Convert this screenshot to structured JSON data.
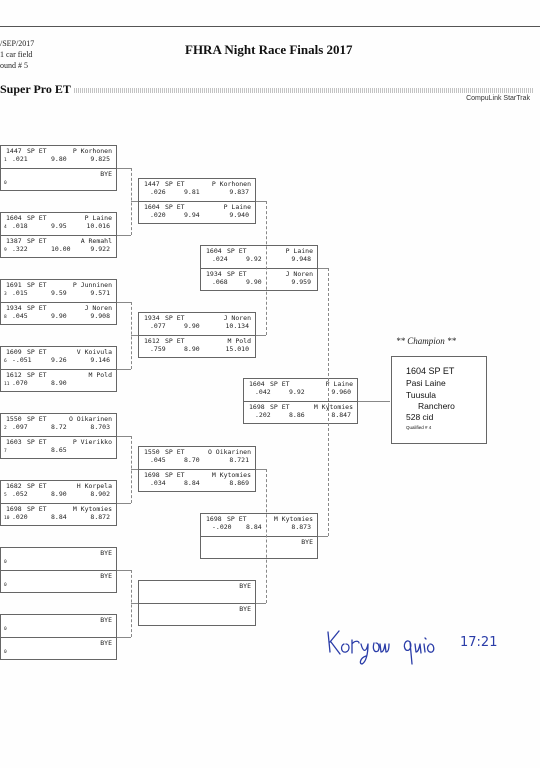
{
  "header": {
    "date": "/SEP/2017",
    "car_field": "1 car field",
    "round": "ound # 5",
    "title": "FHRA Night Race Finals 2017",
    "class_name": "Super Pro ET",
    "software": "CompuLink StarTrak"
  },
  "round1": [
    {
      "top": {
        "no": "1447",
        "cls": "SP ET",
        "name": "P Korhonen",
        "lane": "1",
        "rt": ".021",
        "dial": "9.80",
        "et": "9.825"
      },
      "bot": {
        "no": "",
        "cls": "",
        "name": "BYE",
        "lane": "0",
        "rt": "",
        "dial": "",
        "et": ""
      }
    },
    {
      "top": {
        "no": "1604",
        "cls": "SP ET",
        "name": "P Laine",
        "lane": "4",
        "rt": ".018",
        "dial": "9.95",
        "et": "10.016"
      },
      "bot": {
        "no": "1387",
        "cls": "SP ET",
        "name": "A Remahl",
        "lane": "9",
        "rt": ".322",
        "dial": "10.00",
        "et": "9.922"
      }
    },
    {
      "top": {
        "no": "1691",
        "cls": "SP ET",
        "name": "P Junninen",
        "lane": "3",
        "rt": ".015",
        "dial": "9.59",
        "et": "9.571"
      },
      "bot": {
        "no": "1934",
        "cls": "SP ET",
        "name": "J Noren",
        "lane": "8",
        "rt": ".045",
        "dial": "9.90",
        "et": "9.908"
      }
    },
    {
      "top": {
        "no": "1609",
        "cls": "SP ET",
        "name": "V Koivula",
        "lane": "6",
        "rt": "-.051",
        "dial": "9.26",
        "et": "9.146"
      },
      "bot": {
        "no": "1612",
        "cls": "SP ET",
        "name": "M Pold",
        "lane": "11",
        "rt": ".070",
        "dial": "8.90",
        "et": ""
      }
    },
    {
      "top": {
        "no": "1550",
        "cls": "SP ET",
        "name": "O Oikarinen",
        "lane": "2",
        "rt": ".097",
        "dial": "8.72",
        "et": "8.703"
      },
      "bot": {
        "no": "1603",
        "cls": "SP ET",
        "name": "P Vierikko",
        "lane": "7",
        "rt": "",
        "dial": "8.65",
        "et": ""
      }
    },
    {
      "top": {
        "no": "1682",
        "cls": "SP ET",
        "name": "H Korpela",
        "lane": "5",
        "rt": ".052",
        "dial": "8.90",
        "et": "8.902"
      },
      "bot": {
        "no": "1698",
        "cls": "SP ET",
        "name": "M Kytomies",
        "lane": "10",
        "rt": ".020",
        "dial": "8.84",
        "et": "8.872"
      }
    },
    {
      "top": {
        "no": "",
        "cls": "",
        "name": "BYE",
        "lane": "0",
        "rt": "",
        "dial": "",
        "et": ""
      },
      "bot": {
        "no": "",
        "cls": "",
        "name": "BYE",
        "lane": "0",
        "rt": "",
        "dial": "",
        "et": ""
      }
    },
    {
      "top": {
        "no": "",
        "cls": "",
        "name": "BYE",
        "lane": "0",
        "rt": "",
        "dial": "",
        "et": ""
      },
      "bot": {
        "no": "",
        "cls": "",
        "name": "BYE",
        "lane": "0",
        "rt": "",
        "dial": "",
        "et": ""
      }
    }
  ],
  "round2": [
    {
      "top": {
        "no": "1447",
        "cls": "SP ET",
        "name": "P Korhonen",
        "rt": ".026",
        "dial": "9.81",
        "et": "9.837"
      },
      "bot": {
        "no": "1604",
        "cls": "SP ET",
        "name": "P Laine",
        "rt": ".020",
        "dial": "9.94",
        "et": "9.940"
      }
    },
    {
      "top": {
        "no": "1934",
        "cls": "SP ET",
        "name": "J Noren",
        "rt": ".077",
        "dial": "9.90",
        "et": "10.134"
      },
      "bot": {
        "no": "1612",
        "cls": "SP ET",
        "name": "M Pold",
        "rt": ".759",
        "dial": "8.90",
        "et": "15.010"
      }
    },
    {
      "top": {
        "no": "1550",
        "cls": "SP ET",
        "name": "O Oikarinen",
        "rt": ".045",
        "dial": "8.70",
        "et": "8.721"
      },
      "bot": {
        "no": "1698",
        "cls": "SP ET",
        "name": "M Kytomies",
        "rt": ".034",
        "dial": "8.84",
        "et": "8.869"
      }
    },
    {
      "top": {
        "no": "",
        "cls": "",
        "name": "BYE",
        "rt": "",
        "dial": "",
        "et": ""
      },
      "bot": {
        "no": "",
        "cls": "",
        "name": "BYE",
        "rt": "",
        "dial": "",
        "et": ""
      }
    }
  ],
  "round3": [
    {
      "top": {
        "no": "1604",
        "cls": "SP ET",
        "name": "P Laine",
        "rt": ".024",
        "dial": "9.92",
        "et": "9.948"
      },
      "bot": {
        "no": "1934",
        "cls": "SP ET",
        "name": "J Noren",
        "rt": ".068",
        "dial": "9.90",
        "et": "9.959"
      }
    },
    {
      "top": {
        "no": "1698",
        "cls": "SP ET",
        "name": "M Kytomies",
        "rt": "-.020",
        "dial": "8.84",
        "et": "8.873"
      },
      "bot": {
        "no": "",
        "cls": "",
        "name": "BYE",
        "rt": "",
        "dial": "",
        "et": ""
      }
    }
  ],
  "final": {
    "top": {
      "no": "1604",
      "cls": "SP ET",
      "name": "P Laine",
      "rt": ".042",
      "dial": "9.92",
      "et": "9.960"
    },
    "bot": {
      "no": "1698",
      "cls": "SP ET",
      "name": "M Kytomies",
      "rt": ".202",
      "dial": "8.86",
      "et": "8.847"
    }
  },
  "champion": {
    "label": "** Champion **",
    "number_class": "1604  SP ET",
    "driver": "Pasi Laine",
    "town": "Tuusula",
    "car": "Ranchero",
    "engine": "528 cid",
    "qualified": "Qualified # 4"
  },
  "signature": {
    "time": "17:21"
  }
}
